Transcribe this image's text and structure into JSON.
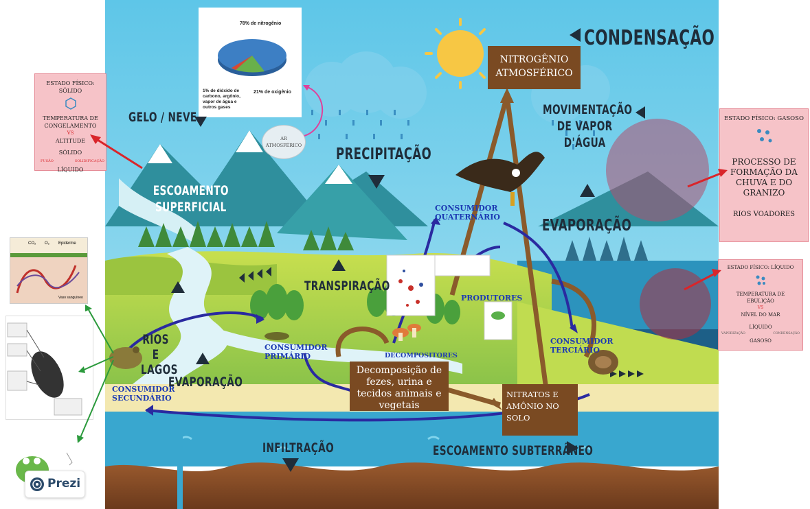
{
  "pie_chart": {
    "label_nitrogen": "78% de nitrogênio",
    "label_other": "1% de dióxido de carbono, argônio, vapor de água e outros gases",
    "label_oxygen": "21% de oxigênio"
  },
  "chart_data": {
    "type": "pie",
    "categories": [
      "nitrogênio",
      "oxigênio",
      "dióxido de carbono, argônio, vapor de água e outros gases"
    ],
    "values": [
      78,
      21,
      1
    ],
    "colors": [
      "#3d7fc4",
      "#69b04a",
      "#d64a33"
    ]
  },
  "labels": {
    "condensacao": "CONDENSAÇÃO",
    "gelo_neve": "GELO / NEVE",
    "ar_atmosferico": "AR ATMOSFÉRICO",
    "precipitacao": "PRECIPITAÇÃO",
    "movimentacao": "MOVIMENTAÇÃO DE VAPOR D'ÁGUA",
    "escoamento_superficial": "ESCOAMENTO SUPERFICIAL",
    "evaporacao_right": "EVAPORAÇÃO",
    "transpiracao": "TRANSPIRAÇÃO",
    "rios_lagos": "RIOS E LAGOS",
    "evaporacao_left": "EVAPORAÇÃO",
    "infiltracao": "INFILTRAÇÃO",
    "escoamento_subterraneo": "ESCOAMENTO SUBTERRÂNEO"
  },
  "nitrogen": {
    "atmosferico": "NITROGÊNIO ATMOSFÉRICO",
    "decomposicao": "Decomposição de fezes, urina e tecidos animais e vegetais",
    "nitratos": "NITRATOS E AMÔNIO NO SOLO"
  },
  "consumers": {
    "quaternario": "CONSUMIDOR QUATERNÁRIO",
    "primario": "CONSUMIDOR PRIMÁRIO",
    "secundario": "CONSUMIDOR SECUNDÁRIO",
    "terciario": "CONSUMIDOR TERCIÁRIO",
    "produtores": "PRODUTORES",
    "decompositores": "DECOMPOSITORES"
  },
  "solid_box": {
    "title": "ESTADO FÍSICO: SÓLIDO",
    "line1": "TEMPERATURA DE CONGELAMENTO",
    "vs": "VS",
    "line2": "ALTITUDE",
    "solido": "SÓLIDO",
    "liquido": "LÍQUIDO",
    "fusao": "FUSÃO",
    "solidificacao": "SOLIDIFICAÇÃO"
  },
  "gas_box": {
    "title": "ESTADO FÍSICO: GASOSO",
    "body": "PROCESSO DE FORMAÇÃO DA CHUVA E DO GRANIZO",
    "rios": "RIOS VOADORES"
  },
  "liquid_box": {
    "title": "ESTADO FÍSICO: LÍQUIDO",
    "line1": "TEMPERATURA DE EBULIÇÃO",
    "vs": "VS",
    "line2": "NÍVEL DO MAR",
    "liquido": "LÍQUIDO",
    "gasoso": "GASOSO",
    "vaporizacao": "VAPORIZAÇÃO",
    "condensacao": "CONDENSAÇÃO"
  },
  "respiration_diagram": {
    "co2": "CO₂",
    "o2": "O₂",
    "epiderme": "Epiderme",
    "vaso": "Vaso sanguíneo"
  },
  "prezi": {
    "label": "Prezi"
  },
  "colors": {
    "sky": "#5cc3e6",
    "mountain": "#2f8f9d",
    "grass": "#b8d94a",
    "water": "#39a7cf",
    "soil": "#8a4f2a",
    "label_blue": "#1d3bb3",
    "brown_box": "#7a4a22",
    "pink_box": "#f6c3c8",
    "arrow_red": "#d9252a",
    "arrow_green": "#2b9a3c",
    "arrow_blue": "#2a2aa0"
  }
}
